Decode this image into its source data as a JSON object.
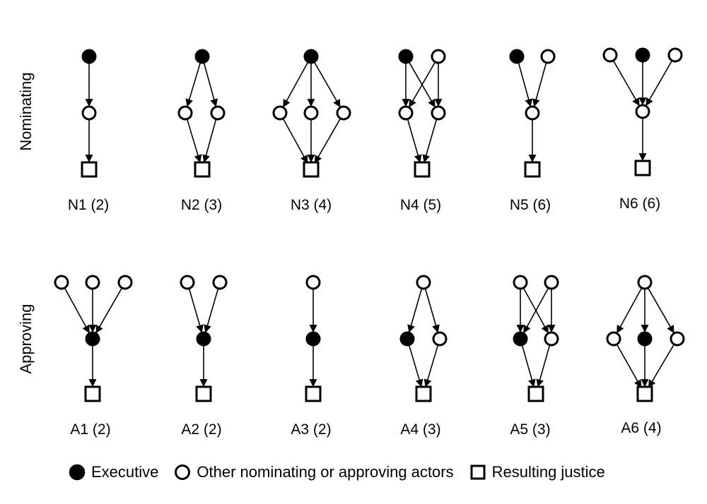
{
  "rows": {
    "nominating": {
      "label": "Nominating"
    },
    "approving": {
      "label": "Approving"
    }
  },
  "models": [
    {
      "id": "N1",
      "label": "N1 (2)"
    },
    {
      "id": "N2",
      "label": "N2 (3)"
    },
    {
      "id": "N3",
      "label": "N3 (4)"
    },
    {
      "id": "N4",
      "label": "N4 (5)"
    },
    {
      "id": "N5",
      "label": "N5 (6)"
    },
    {
      "id": "N6",
      "label": "N6 (6)"
    },
    {
      "id": "A1",
      "label": "A1 (2)"
    },
    {
      "id": "A2",
      "label": "A2 (2)"
    },
    {
      "id": "A3",
      "label": "A3 (2)"
    },
    {
      "id": "A4",
      "label": "A4 (3)"
    },
    {
      "id": "A5",
      "label": "A5 (3)"
    },
    {
      "id": "A6",
      "label": "A6 (4)"
    }
  ],
  "legend": {
    "executive": "Executive",
    "other": "Other nominating or approving actors",
    "justice": "Resulting justice"
  }
}
